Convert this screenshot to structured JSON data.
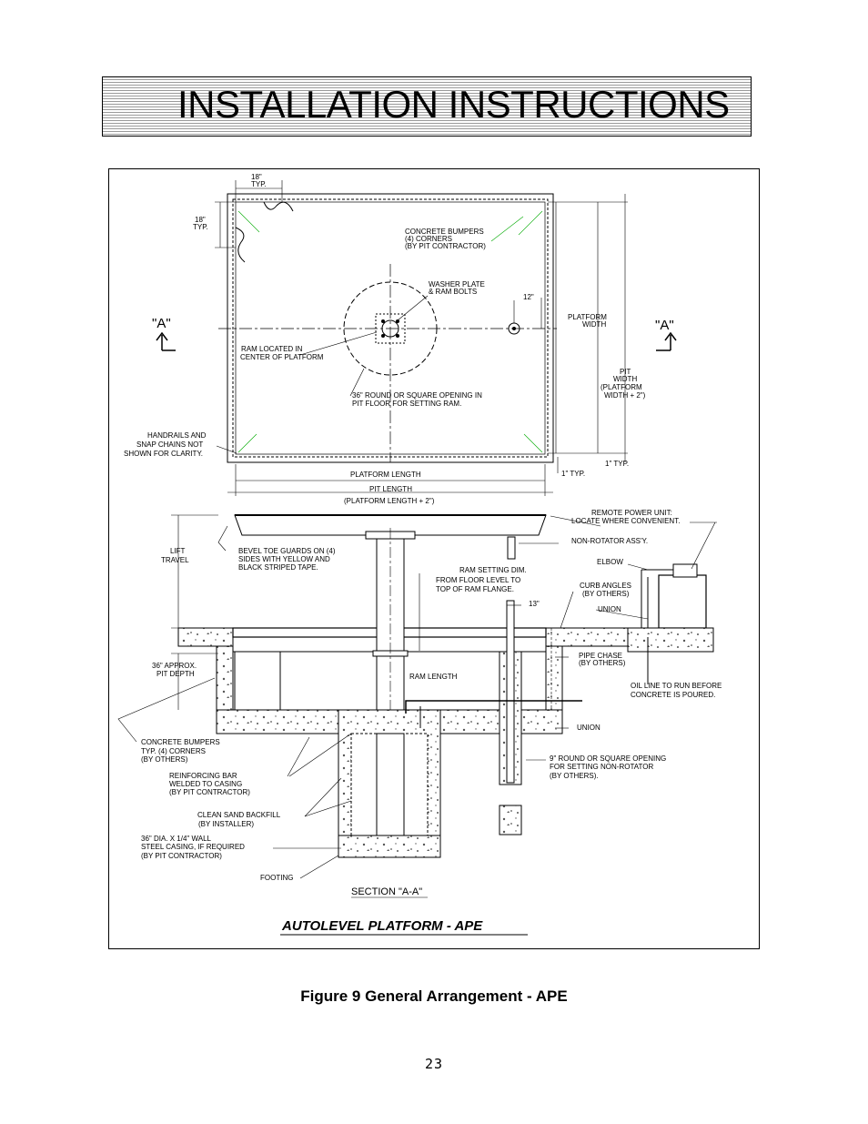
{
  "header": {
    "title": "INSTALLATION INSTRUCTIONS"
  },
  "drawing": {
    "plan": {
      "typ18_top": "18\"",
      "typ_top": "TYP.",
      "typ18_left": "18\"",
      "typ_left": "TYP.",
      "bumpers_l1": "CONCRETE BUMPERS",
      "bumpers_l2": "(4) CORNERS",
      "bumpers_l3": "(BY PIT CONTRACTOR)",
      "washer_l1": "WASHER PLATE",
      "washer_l2": "& RAM BOLTS",
      "dim12": "12\"",
      "section_left": "\"A\"",
      "section_right": "\"A\"",
      "platform_width_l1": "PLATFORM",
      "platform_width_l2": "WIDTH",
      "ram_center_l1": "RAM LOCATED IN",
      "ram_center_l2": "CENTER OF PLATFORM",
      "pit_width_l1": "PIT",
      "pit_width_l2": "WIDTH",
      "pit_width_l3": "(PLATFORM",
      "pit_width_l4": "WIDTH + 2\")",
      "opening36_l1": "36\" ROUND OR SQUARE OPENING IN",
      "opening36_l2": "PIT FLOOR FOR SETTING RAM.",
      "handrails_l1": "HANDRAILS AND",
      "handrails_l2": "SNAP CHAINS NOT",
      "handrails_l3": "SHOWN FOR CLARITY.",
      "typ1_right": "1\" TYP.",
      "typ1_bottom": "1\" TYP.",
      "platform_length": "PLATFORM LENGTH",
      "pit_length_l1": "PIT LENGTH",
      "pit_length_l2": "(PLATFORM LENGTH + 2\")"
    },
    "section": {
      "remote_l1": "REMOTE POWER UNIT:",
      "remote_l2": "LOCATE WHERE CONVENIENT.",
      "non_rotator": "NON-ROTATOR ASS'Y.",
      "lift_l1": "LIFT",
      "lift_l2": "TRAVEL",
      "bevel_l1": "BEVEL TOE GUARDS ON (4)",
      "bevel_l2": "SIDES WITH YELLOW AND",
      "bevel_l3": "BLACK STRIPED TAPE.",
      "elbow": "ELBOW",
      "ram_setting_l1": "RAM SETTING DIM.",
      "ram_setting_l2": "FROM FLOOR LEVEL TO",
      "ram_setting_l3": "TOP OF RAM FLANGE.",
      "curb_l1": "CURB ANGLES",
      "curb_l2": "(BY OTHERS)",
      "union_top": "UNION",
      "dim13": "13\"",
      "pipe_chase_l1": "PIPE CHASE",
      "pipe_chase_l2": "(BY OTHERS)",
      "pit_depth_l1": "36\" APPROX.",
      "pit_depth_l2": "PIT DEPTH",
      "ram_length": "RAM LENGTH",
      "oil_line_l1": "OIL LINE TO RUN BEFORE",
      "oil_line_l2": "CONCRETE IS POURED.",
      "union_bottom": "UNION",
      "bumpers2_l1": "CONCRETE BUMPERS",
      "bumpers2_l2": "TYP. (4) CORNERS",
      "bumpers2_l3": "(BY OTHERS)",
      "opening9_l1": "9\" ROUND OR SQUARE OPENING",
      "opening9_l2": "FOR SETTING NON-ROTATOR",
      "opening9_l3": "(BY OTHERS).",
      "rebar_l1": "REINFORCING BAR",
      "rebar_l2": "WELDED TO CASING",
      "rebar_l3": "(BY PIT CONTRACTOR)",
      "sand_l1": "CLEAN SAND BACKFILL",
      "sand_l2": "(BY INSTALLER)",
      "casing_l1": "36\" DIA. X 1/4\" WALL",
      "casing_l2": "STEEL CASING, IF REQUIRED",
      "casing_l3": "(BY PIT CONTRACTOR)",
      "footing": "FOOTING",
      "section_label": "SECTION \"A-A\""
    },
    "model_title": "AUTOLEVEL PLATFORM - APE"
  },
  "caption": "Figure 9  General Arrangement - APE",
  "page_number": "23"
}
